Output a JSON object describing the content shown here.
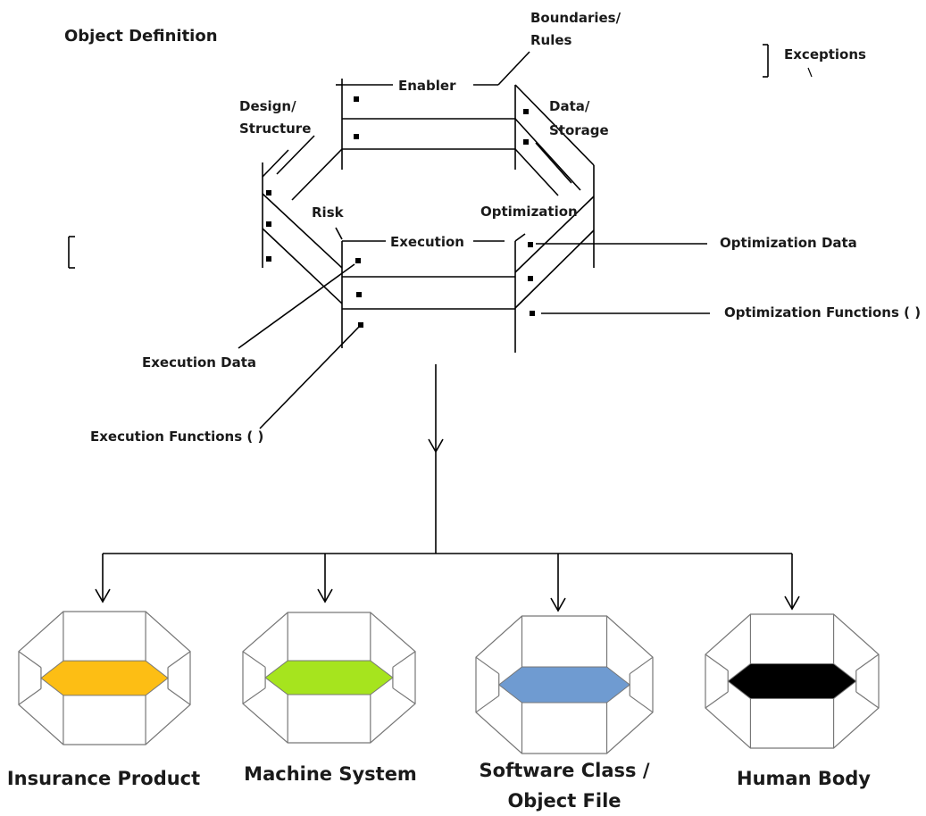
{
  "title": "Object Definition",
  "labels": {
    "boundaries_rules_1": "Boundaries/",
    "boundaries_rules_2": "Rules",
    "exceptions": "Exceptions",
    "enabler": "Enabler",
    "design_structure_1": "Design/",
    "design_structure_2": "Structure",
    "data_storage_1": "Data/",
    "data_storage_2": "Storage",
    "risk": "Risk",
    "optimization": "Optimization",
    "execution": "Execution",
    "optimization_data": "Optimization Data",
    "optimization_functions": "Optimization Functions ( )",
    "execution_data": "Execution Data",
    "execution_functions": "Execution Functions ( )"
  },
  "examples": [
    {
      "label_1": "Insurance Product",
      "label_2": "",
      "color": "#FDBE14"
    },
    {
      "label_1": "Machine System",
      "label_2": "",
      "color": "#A6E41E"
    },
    {
      "label_1": "Software Class /",
      "label_2": "Object File",
      "color": "#6F9BD1"
    },
    {
      "label_1": "Human Body",
      "label_2": "",
      "color": "#000000"
    }
  ]
}
